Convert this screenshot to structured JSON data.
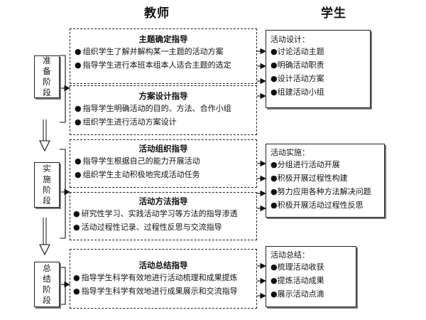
{
  "headers": {
    "teacher": "教师",
    "student": "学生"
  },
  "stages": [
    {
      "label": "准备阶段"
    },
    {
      "label": "实施阶段"
    },
    {
      "label": "总结阶段"
    }
  ],
  "teacher_sections": [
    {
      "title": "主题确定指导",
      "items": [
        "组织学生了解并解构某一主题的活动方案",
        "指导学生进行本班本组本人适合主题的选定"
      ]
    },
    {
      "title": "方案设计指导",
      "items": [
        "指导学生明确活动的目的、方法、合作小组",
        "组织学生进行活动方案设计"
      ]
    },
    {
      "title": "活动组织指导",
      "items": [
        "指导学生根据自己的能力开展活动",
        "组织学生主动积极地完成活动任务"
      ]
    },
    {
      "title": "活动方法指导",
      "items": [
        "研究性学习、实践活动学习等方法的指导渗透",
        "活动过程性记录、过程性反思与交流指导"
      ]
    },
    {
      "title": "活动总结指导",
      "items": [
        "指导学生科学有效地进行活动梳理和成果提炼",
        "指导学生科学有效地进行成果展示和交流指导"
      ]
    }
  ],
  "student_boxes": [
    {
      "heading": "活动设计：",
      "items": [
        "讨论活动主题",
        "明确活动职责",
        "设计活动方案",
        "组建活动小组"
      ]
    },
    {
      "heading": "活动实施：",
      "items": [
        "分组进行活动开展",
        "积极开展过程性构建",
        "努力应用各种方法解决问题",
        "积极开展活动过程性反思"
      ]
    },
    {
      "heading": "活动总结：",
      "items": [
        "梳理活动收获",
        "提炼活动成果",
        "展示活动点滴"
      ]
    }
  ],
  "bullet": "●"
}
